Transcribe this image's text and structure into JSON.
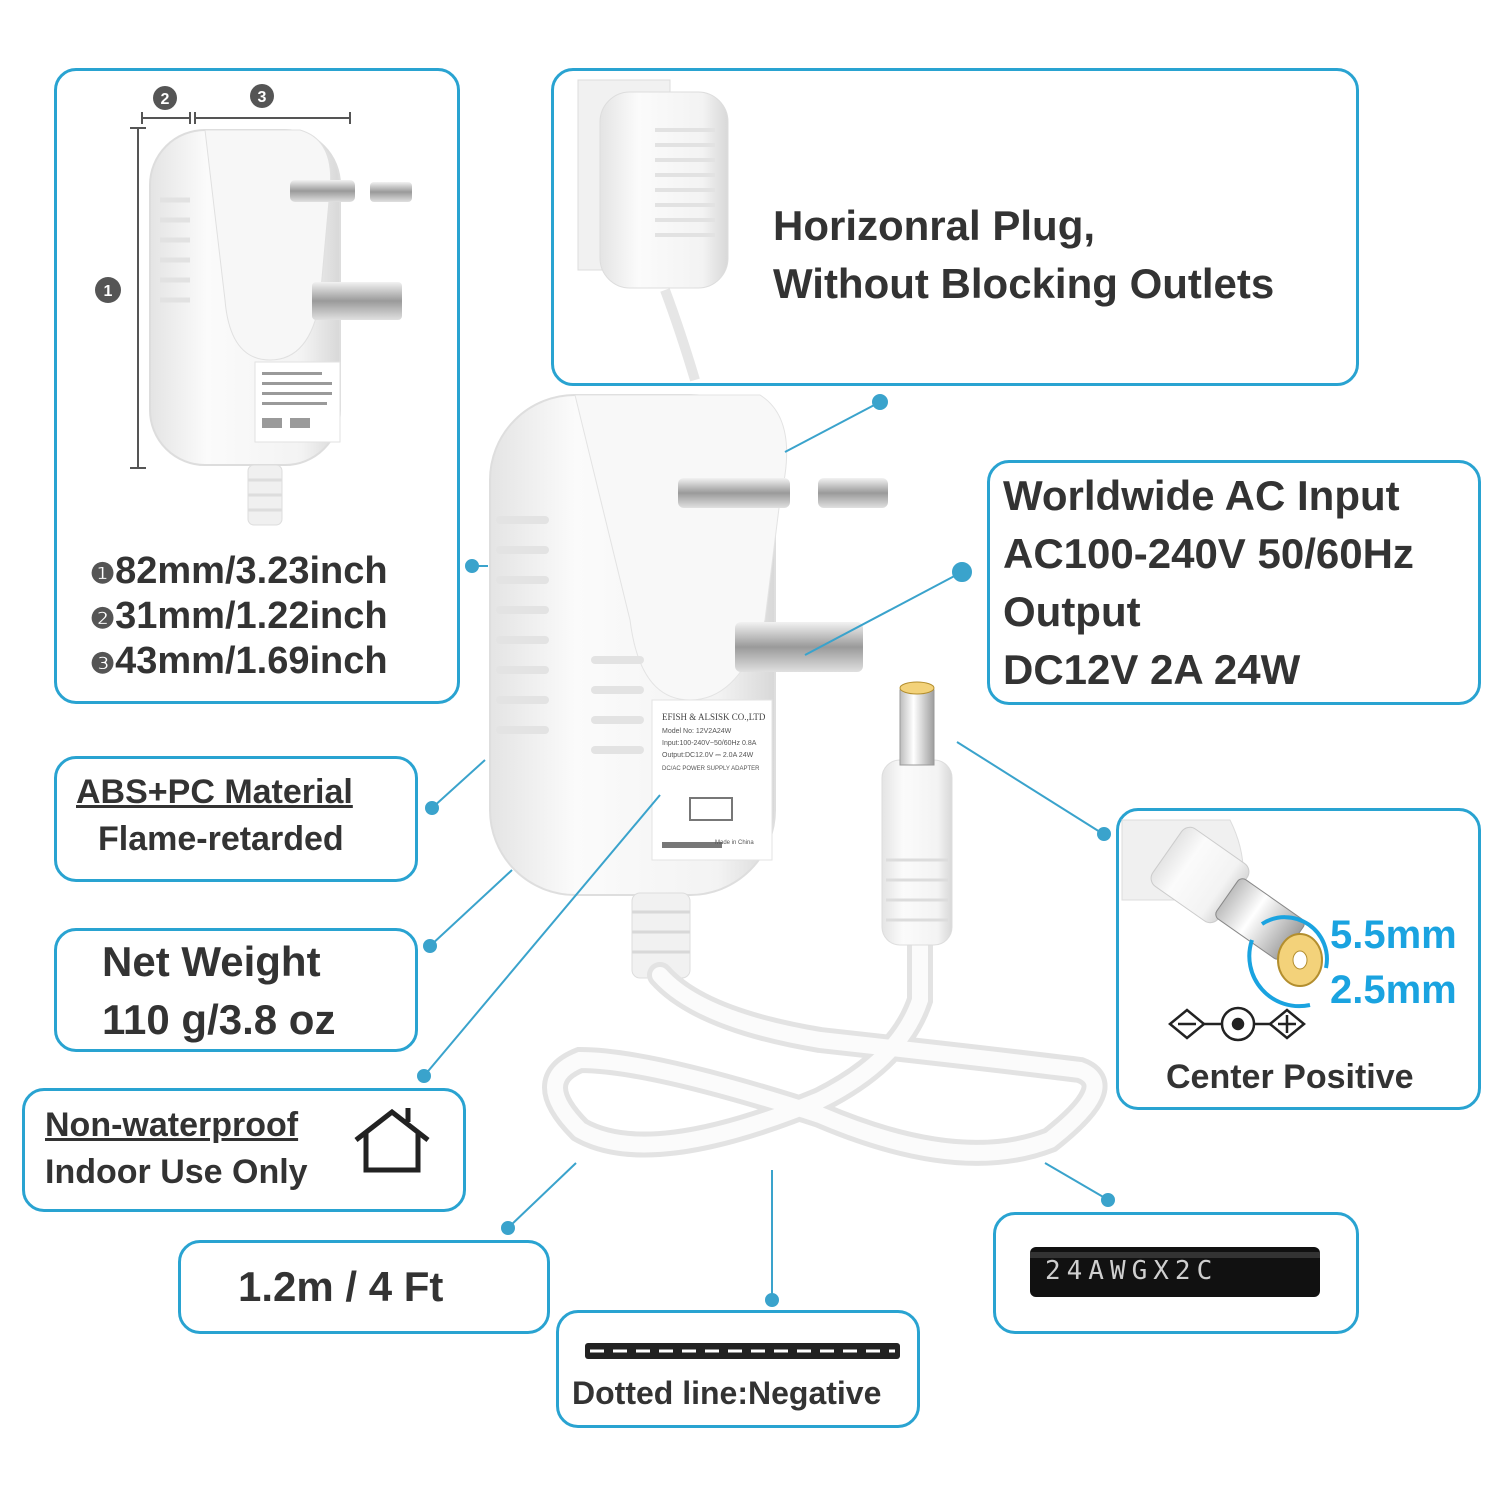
{
  "dimensions": {
    "badge_1": "❶",
    "badge_2": "❷",
    "badge_3": "❸",
    "height": "82mm/3.23inch",
    "thickness": "31mm/1.22inch",
    "width": "43mm/1.69inch"
  },
  "plug_feature": {
    "line1": "Horizonral Plug,",
    "line2": "Without Blocking Outlets"
  },
  "specs": {
    "line1": "Worldwide AC Input",
    "line2": "AC100-240V 50/60Hz",
    "line3": "Output",
    "line4": "DC12V 2A 24W"
  },
  "material": {
    "line1": "ABS+PC Material",
    "line2": "Flame-retarded"
  },
  "weight": {
    "line1": "Net Weight",
    "line2": "110 g/3.8 oz"
  },
  "usage": {
    "line1": "Non-waterproof",
    "line2": "Indoor Use Only"
  },
  "cable_length": "1.2m / 4 Ft",
  "polarity": {
    "outer_diameter": "5.5mm",
    "inner_diameter": "2.5mm",
    "label": "Center Positive"
  },
  "wire_gauge": "24AWGX2C",
  "negative_note": "Dotted line:Negative",
  "label_text": {
    "brand": "EFISH & ALSISK CO.,LTD",
    "model": "Model No: 12V2A24W",
    "input": "Input:100-240V~50/60Hz 0.8A",
    "output": "Output:DC12.0V ⎓ 2.0A 24W",
    "type": "DC/AC POWER SUPPLY ADAPTER",
    "made_in": "Made in China"
  },
  "colors": {
    "accent": "#29a3d1",
    "highlight": "#1aa3e0",
    "text": "#333333"
  }
}
